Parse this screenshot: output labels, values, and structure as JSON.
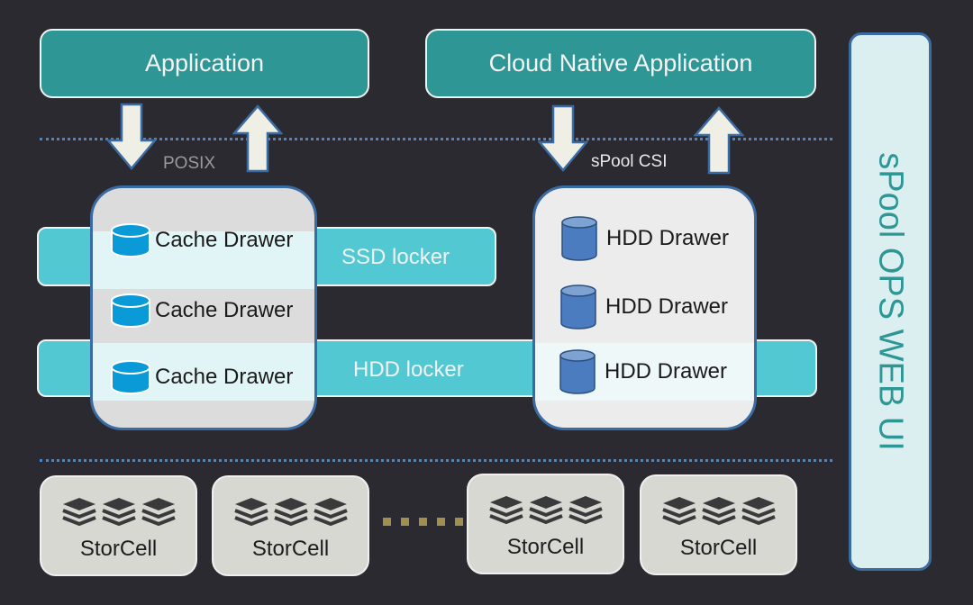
{
  "apps": {
    "left": "Application",
    "right": "Cloud Native Application"
  },
  "interfaces": {
    "left": "POSIX",
    "right": "sPool CSI"
  },
  "lockers": {
    "ssd": "SSD locker",
    "hdd": "HDD locker"
  },
  "cache_drawers": [
    "Cache Drawer",
    "Cache Drawer",
    "Cache Drawer"
  ],
  "hdd_drawers": [
    "HDD Drawer",
    "HDD Drawer",
    "HDD Drawer"
  ],
  "storcells": [
    "StorCell",
    "StorCell",
    "StorCell",
    "StorCell"
  ],
  "ops_panel": "sPool OPS WEB UI",
  "icons": {
    "cache_drawer": "database-cylinder-icon",
    "hdd_drawer": "database-cylinder-icon",
    "storcell": "layers-stack-icon"
  },
  "colors": {
    "background": "#2b2a30",
    "app_box": "#2e9795",
    "locker": "#52c9d2",
    "cache_icon": "#0b9ad8",
    "hdd_icon": "#4a7cbf",
    "dotted_line": "#4a86c8",
    "ellipsis": "#a08f4e"
  }
}
